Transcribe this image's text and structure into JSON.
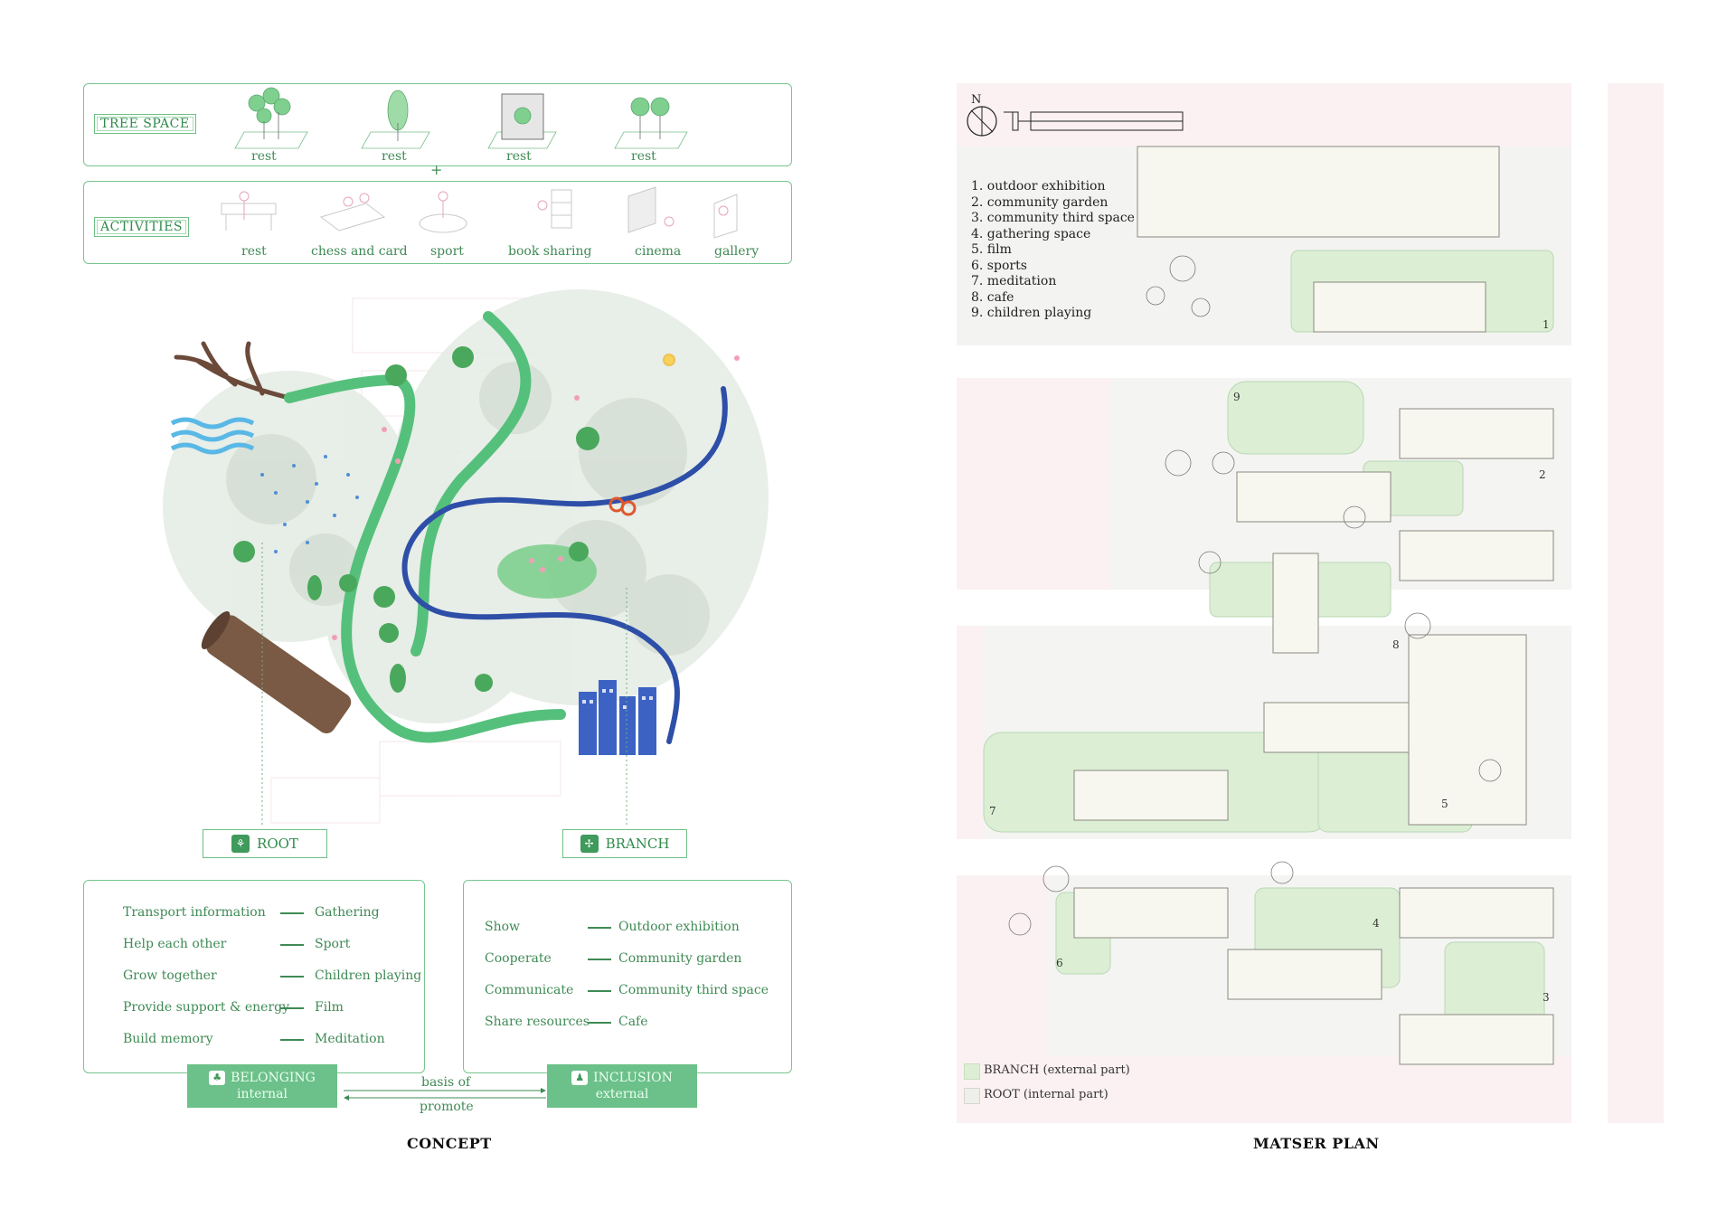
{
  "concept": {
    "caption": "CONCEPT",
    "tree_space": {
      "title": "TREE SPACE",
      "items": [
        "rest",
        "rest",
        "rest",
        "rest"
      ],
      "plus": "+"
    },
    "activities": {
      "title": "ACTIVITIES",
      "items": [
        "rest",
        "chess and card",
        "sport",
        "book sharing",
        "cinema",
        "gallery"
      ]
    },
    "root": {
      "title": "ROOT",
      "left": [
        "Transport information",
        "Help each other",
        "Grow together",
        "Provide support & energy",
        "Build memory"
      ],
      "right": [
        "Gathering",
        "Sport",
        "Children playing",
        "Film",
        "Meditation"
      ]
    },
    "branch": {
      "title": "BRANCH",
      "left": [
        "Show",
        "Cooperate",
        "Communicate",
        "Share resources"
      ],
      "right": [
        "Outdoor exhibition",
        "Community garden",
        "Community third space",
        "Cafe"
      ]
    },
    "belonging": {
      "title": "BELONGING",
      "sub": "internal"
    },
    "inclusion": {
      "title": "INCLUSION",
      "sub": "external"
    },
    "arrow_top": "basis of",
    "arrow_bottom": "promote"
  },
  "plan": {
    "caption": "MATSER PLAN",
    "north": "N",
    "list": [
      "1. outdoor exhibition",
      "2. community garden",
      "3. community third space",
      "4. gathering space",
      "5. film",
      "6. sports",
      "7. meditation",
      "8. cafe",
      "9. children playing"
    ],
    "numbers": [
      "1",
      "2",
      "3",
      "4",
      "5",
      "6",
      "7",
      "8",
      "9"
    ],
    "legend": [
      {
        "label": "BRANCH (external part)",
        "color": "#dcefd5"
      },
      {
        "label": "ROOT (internal part)",
        "color": "#eeeeea"
      }
    ]
  },
  "colors": {
    "green_line": "#77c68e",
    "green_stream": "#55c07b",
    "blue_stream": "#2e4fa8",
    "tag_fill": "#6cc089"
  }
}
